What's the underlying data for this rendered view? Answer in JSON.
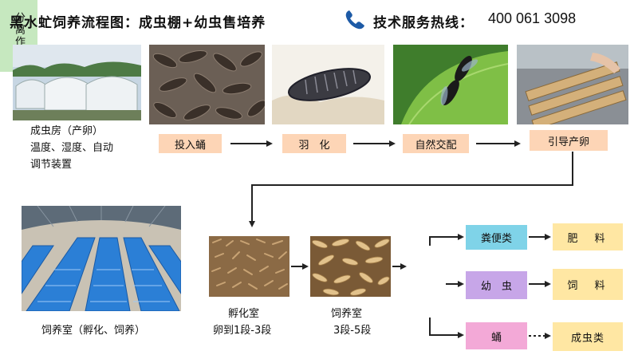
{
  "header": {
    "title": "黑水虻饲养流程图：成虫棚+幼虫售培养",
    "hotline_label": "技术服务热线：",
    "hotline_number": "400 061 3098"
  },
  "top_row": {
    "house_caption_lines": [
      "成虫房（产卵）",
      "温度、湿度、自动",
      "调节装置"
    ],
    "stages": [
      "投入蛹",
      "羽　化",
      "自然交配",
      "引导产卵"
    ]
  },
  "bottom_row": {
    "room_caption": "饲养室（孵化、饲养）",
    "hatch": {
      "title": "孵化室",
      "range": "卵到1段-3段"
    },
    "feed": {
      "title": "饲养室",
      "range": "3段-5段"
    },
    "separate": "分离作业",
    "branches": [
      {
        "label": "粪便类",
        "output": "肥　料",
        "color": "#7fd3e8"
      },
      {
        "label": "幼　虫",
        "output": "饲　料",
        "color": "#c7a6e8"
      },
      {
        "label": "蛹",
        "output": "成虫类",
        "color": "#f3a9d7"
      }
    ]
  },
  "colors": {
    "stage_box": "#fdd5b6",
    "separate_box": "#c6e8bf",
    "output_box": "#ffe7a3",
    "arrow": "#222222"
  }
}
